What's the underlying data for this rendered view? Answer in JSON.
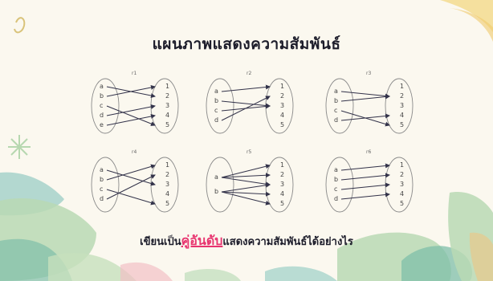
{
  "slide": {
    "title": "แผนภาพแสดงความสัมพันธ์",
    "question": {
      "before": "เขียนเป็น",
      "highlight": "คู่อันดับ",
      "after": "แสดงความสัมพันธ์ได้อย่างไร"
    }
  },
  "colors": {
    "background": "#fbf8ef",
    "highlight": "#e8346f",
    "wash_green": "#b9d9b4",
    "wash_teal": "#9bcdc6",
    "wash_yellow": "#f4d98a",
    "wash_pink": "#f2c1c6"
  },
  "diagrams": [
    {
      "name": "r1",
      "domain": [
        "a",
        "b",
        "c",
        "d",
        "e"
      ],
      "range": [
        "1",
        "2",
        "3",
        "4",
        "5"
      ],
      "arrows": [
        [
          0,
          1
        ],
        [
          1,
          0
        ],
        [
          2,
          4
        ],
        [
          3,
          2
        ],
        [
          4,
          3
        ]
      ]
    },
    {
      "name": "r2",
      "domain": [
        "a",
        "b",
        "c",
        "d"
      ],
      "range": [
        "1",
        "2",
        "3",
        "4",
        "5"
      ],
      "arrows": [
        [
          0,
          0
        ],
        [
          1,
          2
        ],
        [
          2,
          2
        ],
        [
          3,
          1
        ]
      ]
    },
    {
      "name": "r3",
      "domain": [
        "a",
        "b",
        "c",
        "d"
      ],
      "range": [
        "1",
        "2",
        "3",
        "4",
        "5"
      ],
      "arrows": [
        [
          0,
          1
        ],
        [
          1,
          1
        ],
        [
          2,
          4
        ],
        [
          3,
          3
        ]
      ]
    },
    {
      "name": "r4",
      "domain": [
        "a",
        "b",
        "c",
        "d"
      ],
      "range": [
        "1",
        "2",
        "3",
        "4",
        "5"
      ],
      "arrows": [
        [
          0,
          2
        ],
        [
          1,
          0
        ],
        [
          2,
          4
        ],
        [
          3,
          1
        ]
      ]
    },
    {
      "name": "r5",
      "domain": [
        "a",
        "b"
      ],
      "range": [
        "1",
        "2",
        "3",
        "4",
        "5"
      ],
      "arrows": [
        [
          0,
          0
        ],
        [
          0,
          1
        ],
        [
          0,
          2
        ],
        [
          1,
          2
        ],
        [
          1,
          3
        ],
        [
          1,
          4
        ]
      ]
    },
    {
      "name": "r6",
      "domain": [
        "a",
        "b",
        "c",
        "d"
      ],
      "range": [
        "1",
        "2",
        "3",
        "4",
        "5"
      ],
      "arrows": [
        [
          0,
          0
        ],
        [
          1,
          1
        ],
        [
          2,
          2
        ],
        [
          3,
          3
        ]
      ]
    }
  ]
}
